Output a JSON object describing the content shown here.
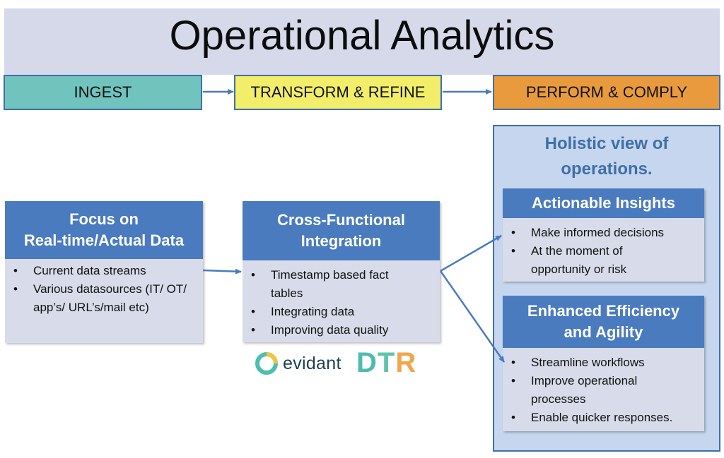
{
  "title": "Operational Analytics",
  "stages": {
    "ingest": "INGEST",
    "transform": "TRANSFORM & REFINE",
    "perform": "PERFORM & COMPLY"
  },
  "focus": {
    "heading_line1": "Focus on",
    "heading_line2": "Real-time/Actual Data",
    "items": [
      "Current data streams",
      "Various datasources (IT/ OT/ app’s/ URL’s/mail etc)"
    ]
  },
  "cross": {
    "heading_line1": "Cross-Functional",
    "heading_line2": "Integration",
    "items": [
      "Timestamp based fact tables",
      "Integrating data",
      "Improving data quality"
    ]
  },
  "holistic": {
    "title_line1": "Holistic view of",
    "title_line2": "operations.",
    "actionable": {
      "heading": "Actionable Insights",
      "items": [
        "Make informed decisions",
        "At the moment of opportunity or risk"
      ]
    },
    "enhanced": {
      "heading_line1": "Enhanced Efficiency",
      "heading_line2": "and Agility",
      "items": [
        "Streamline workflows",
        "Improve operational processes",
        "Enable quicker responses."
      ]
    }
  },
  "logos": {
    "evidant": "evidant",
    "dtr": [
      "D",
      "T",
      "R"
    ]
  },
  "colors": {
    "ingest": "#70c4bd",
    "transform": "#f2ee6a",
    "perform": "#e99a3d",
    "header_blue": "#4a7bbf",
    "arrow": "#4a7bbf"
  }
}
